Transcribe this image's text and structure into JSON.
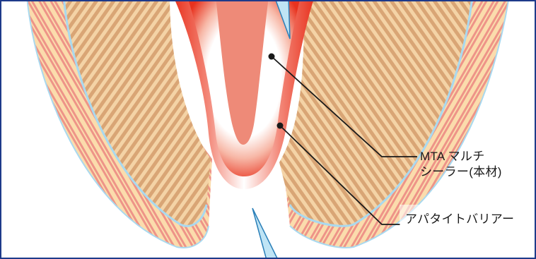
{
  "labels": {
    "mta_line1": "MTA マルチ",
    "mta_line2": "シーラー(本材)",
    "apatite": "アパタイトバリアー"
  },
  "colors": {
    "frame": "#1e3a8a",
    "enamel": "#f9d9a3",
    "dentin_stripe": "#d9a070",
    "root_canal": "#ef8a78",
    "sealer_red": "#e8321e",
    "membrane": "#a8d8ee",
    "pink_stripe": "#f0908a"
  }
}
